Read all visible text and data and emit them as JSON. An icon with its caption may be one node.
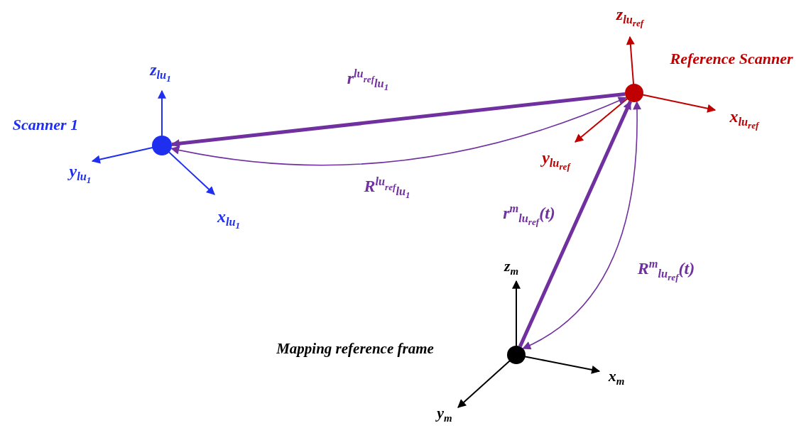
{
  "diagram": {
    "nodes": [
      {
        "text": [],
        "shape": "circle"
      },
      {
        "text": [],
        "shape": "circle"
      },
      {
        "text": [],
        "shape": "circle"
      }
    ],
    "edges": [
      {
        "from": 1,
        "to": 0,
        "arrow": "to",
        "style": "thick",
        "label": "r$^{lu}$$^{ref}$$_{lu}$$_{1}$"
      },
      {
        "from": 1,
        "to": 0,
        "arrow": "both",
        "label": "R$^{lu}$$^{ref}$$_{lu}$$_{1}$"
      },
      {
        "from": 2,
        "to": 1,
        "arrow": "to",
        "style": "thick",
        "label": "r$^{m}$$_{lu}$$_{ref}$(t)"
      },
      {
        "from": 1,
        "to": 2,
        "arrow": "both",
        "label": "R$^{m}$$_{lu}$$_{ref}$(t)"
      }
    ],
    "labels": [
      "z$_{lu}$$_{ref}$",
      "Reference Scanner",
      "z$_{lu}$$_{1}$",
      "x$_{lu}$$_{ref}$",
      "Scanner 1",
      "y$_{lu}$$_{ref}$",
      "y$_{lu}$$_{1}$",
      "x$_{lu}$$_{1}$",
      "z$_{m}$",
      "Mapping reference frame",
      "x$_{m}$",
      "y$_{m}$"
    ]
  }
}
